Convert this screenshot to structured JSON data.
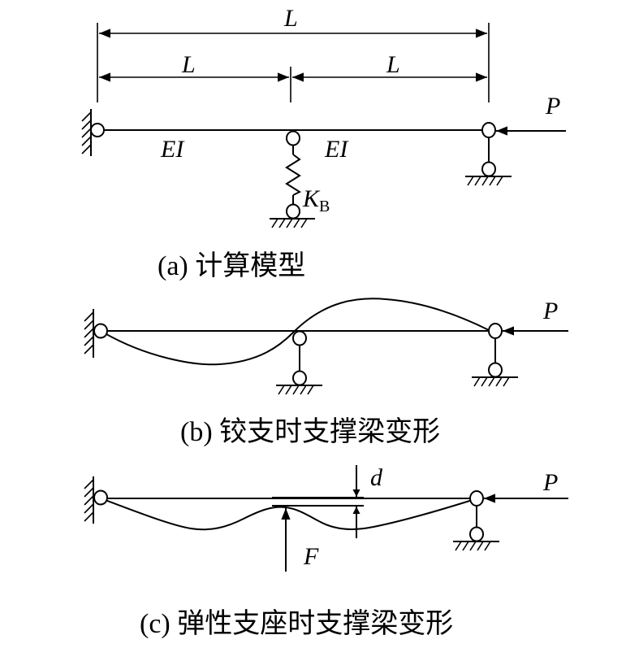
{
  "figure_a": {
    "dim_total_label": "L",
    "dim_left_label": "L",
    "dim_right_label": "L",
    "left_span_label": "EI",
    "right_span_label": "EI",
    "spring_label_main": "K",
    "spring_label_sub": "B",
    "load_label": "P",
    "caption": "(a)  计算模型"
  },
  "figure_b": {
    "load_label": "P",
    "caption": "(b)  铰支时支撑梁变形"
  },
  "figure_c": {
    "load_label": "P",
    "force_label": "F",
    "gap_label": "d",
    "caption": "(c)  弹性支座时支撑梁变形"
  }
}
